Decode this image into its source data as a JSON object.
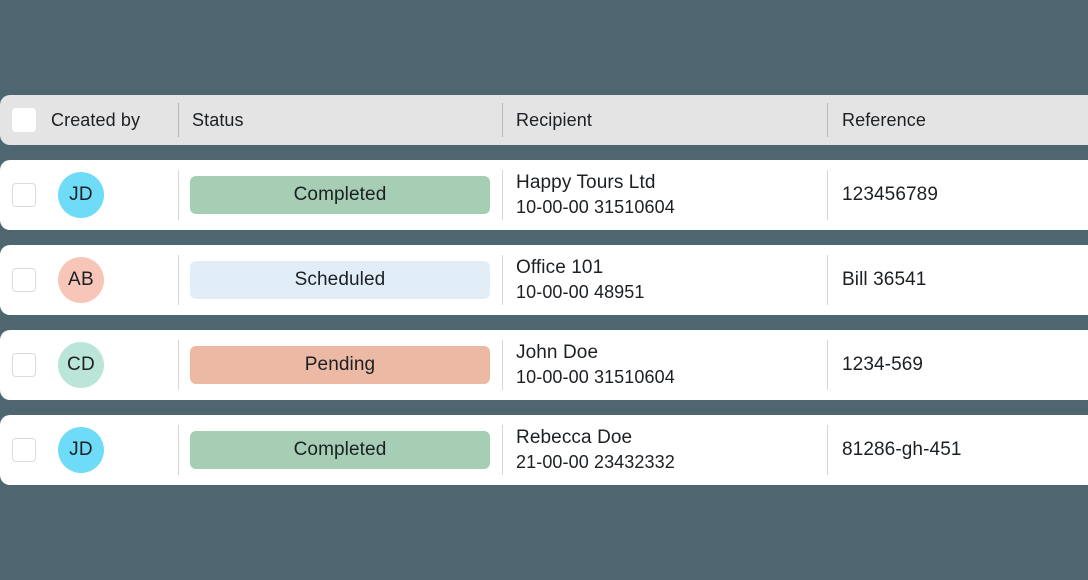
{
  "theme": {
    "page_background": "#4d6670",
    "header_background": "#e4e4e4",
    "row_background": "#ffffff",
    "text_color": "#1c2024",
    "divider_color": "#b9b9b9"
  },
  "table": {
    "select_all_checkbox_label": "",
    "columns": [
      {
        "key": "created_by",
        "label": "Created by"
      },
      {
        "key": "status",
        "label": "Status"
      },
      {
        "key": "recipient",
        "label": "Recipient"
      },
      {
        "key": "reference",
        "label": "Reference"
      }
    ],
    "rows": [
      {
        "selected": false,
        "avatar": {
          "initials": "JD",
          "color": "#6fdcf7"
        },
        "status": {
          "label": "Completed",
          "color": "#a5ceb5"
        },
        "recipient": {
          "name": "Happy Tours Ltd",
          "account": "10-00-00 31510604"
        },
        "reference": "123456789"
      },
      {
        "selected": false,
        "avatar": {
          "initials": "AB",
          "color": "#f7c6b8"
        },
        "status": {
          "label": "Scheduled",
          "color": "#e2eef7"
        },
        "recipient": {
          "name": "Office 101",
          "account": "10-00-00 48951"
        },
        "reference": "Bill 36541"
      },
      {
        "selected": false,
        "avatar": {
          "initials": "CD",
          "color": "#bce5da"
        },
        "status": {
          "label": "Pending",
          "color": "#ebb9a4"
        },
        "recipient": {
          "name": "John Doe",
          "account": "10-00-00 31510604"
        },
        "reference": "1234-569"
      },
      {
        "selected": false,
        "avatar": {
          "initials": "JD",
          "color": "#6fdcf7"
        },
        "status": {
          "label": "Completed",
          "color": "#a5ceb5"
        },
        "recipient": {
          "name": "Rebecca Doe",
          "account": "21-00-00 23432332"
        },
        "reference": "81286-gh-451"
      }
    ]
  }
}
